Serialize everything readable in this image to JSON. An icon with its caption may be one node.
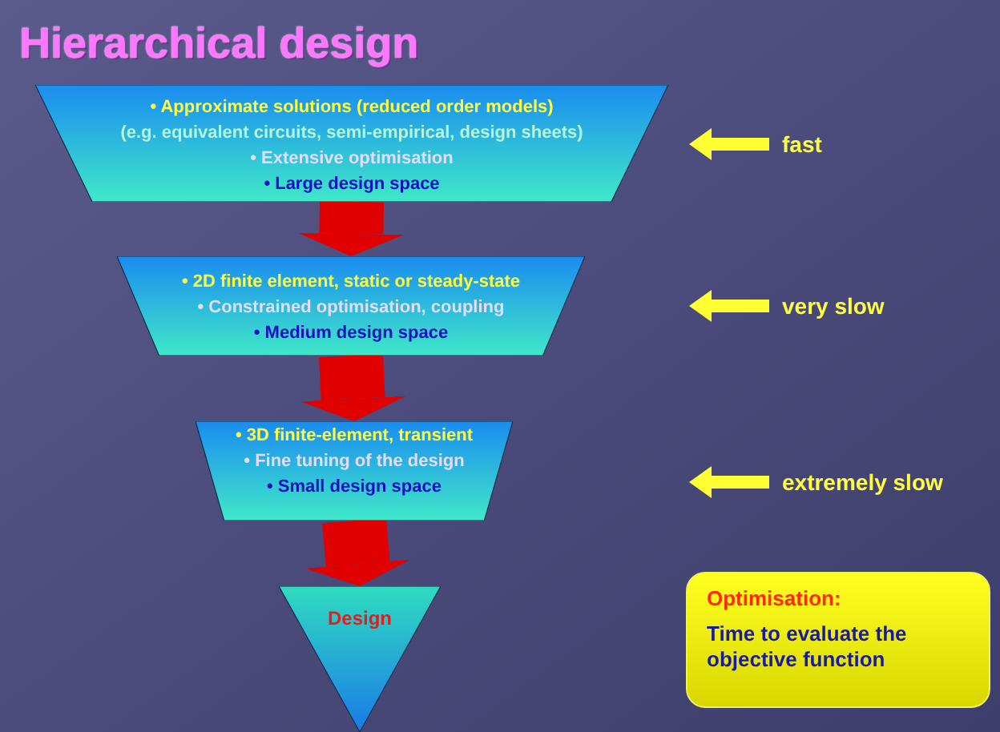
{
  "diagram": {
    "title": "Hierarchical design",
    "nodes": [
      {
        "text": [
          "• Approximate solutions (reduced order models)",
          "(e.g. equivalent circuits, semi-empirical, design sheets)",
          "• Extensive optimisation",
          "• Large design space"
        ]
      },
      {
        "text": [
          "• 2D finite element, static or steady-state",
          "• Constrained optimisation, coupling",
          "• Medium design space"
        ]
      },
      {
        "text": [
          "• 3D finite-element, transient",
          "• Fine tuning of the design",
          "• Small design space"
        ]
      },
      {
        "text": [
          "Design"
        ]
      },
      {
        "text": [
          "fast"
        ]
      },
      {
        "text": [
          "very slow"
        ]
      },
      {
        "text": [
          "extremely slow"
        ]
      },
      {
        "text": [
          "Optimisation:",
          "Time to evaluate the objective function"
        ]
      }
    ],
    "edges": [
      {
        "from": 0,
        "to": 1,
        "arrow": "to",
        "style": "thick"
      },
      {
        "from": 1,
        "to": 2,
        "arrow": "to",
        "style": "thick"
      },
      {
        "from": 2,
        "to": 3,
        "arrow": "to",
        "style": "thick"
      },
      {
        "from": 4,
        "to": null,
        "arrow": "to",
        "color": "#ffff33"
      },
      {
        "from": 5,
        "to": null,
        "arrow": "to",
        "color": "#ffff33"
      },
      {
        "from": 6,
        "to": null,
        "arrow": "to",
        "color": "#ffff33"
      }
    ]
  }
}
